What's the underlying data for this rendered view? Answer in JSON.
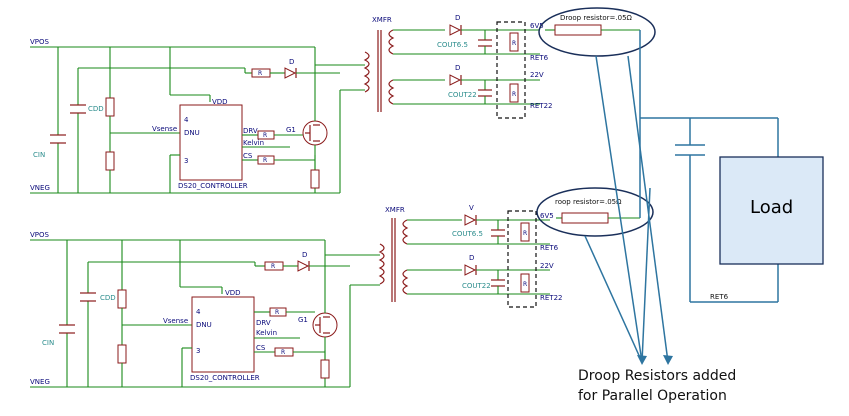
{
  "colors": {
    "wire": "#1a8a1a",
    "component": "#8a1a1a",
    "label": "#0a0a7a",
    "annotation_lines": "#2e75a0",
    "load_fill": "#dbe9f7"
  },
  "top_circuit": {
    "vpos": "VPOS",
    "vneg": "VNEG",
    "cin": "CIN",
    "cdd": "CDD",
    "ic_name": "DS20_CONTROLLER",
    "vdd": "VDD",
    "pin4": "4",
    "pin3": "3",
    "dnu": "DNU",
    "vsense": "Vsense",
    "drv": "DRV",
    "kelvin": "Kelvin",
    "cs": "CS",
    "g1": "G1",
    "xfmr": "XMFR",
    "diode1": "D",
    "diode2": "D",
    "diode3": "D",
    "cout1": "COUT6.5",
    "cout2": "COUT22",
    "out1": "6V5",
    "ret1": "RET6",
    "out2": "22V",
    "ret2": "RET22",
    "droop_label": "Droop resistor=.05Ω"
  },
  "bottom_circuit": {
    "vpos": "VPOS",
    "vneg": "VNEG",
    "cin": "CIN",
    "cdd": "CDD",
    "ic_name": "DS20_CONTROLLER",
    "vdd": "VDD",
    "pin4": "4",
    "pin3": "3",
    "dnu": "DNU",
    "vsense": "Vsense",
    "drv": "DRV",
    "kelvin": "Kelvin",
    "cs": "CS",
    "g1": "G1",
    "xfmr": "XMFR",
    "diode1": "D",
    "diode2": "V",
    "diode3": "D",
    "cout1": "COUT6.5",
    "cout2": "COUT22",
    "out1": "6V5",
    "ret1": "RET6",
    "out2": "22V",
    "ret2": "RET22",
    "droop_label": "roop resistor=.05Ω"
  },
  "resistor_label": "R",
  "load": {
    "label": "Load",
    "ret": "RET6"
  },
  "annotation": {
    "line1": "Droop Resistors added",
    "line2": "for Parallel Operation"
  }
}
